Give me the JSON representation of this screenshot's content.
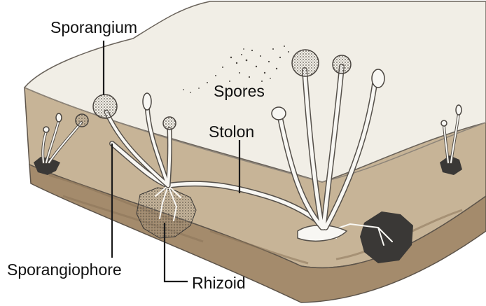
{
  "labels": {
    "sporangium": "Sporangium",
    "spores": "Spores",
    "stolon": "Stolon",
    "sporangiophore": "Sporangiophore",
    "rhizoid": "Rhizoid"
  },
  "colors": {
    "bread_top": "#f1eee6",
    "crust_side": "#c7b497",
    "crust_dark": "#9a8163",
    "mold_patch": "#3a3836",
    "hypha": "#f8f7f3",
    "outline": "#55504a",
    "sporangium": "#8c8680",
    "leader_line": "#1a1a1a",
    "text": "#111111"
  }
}
